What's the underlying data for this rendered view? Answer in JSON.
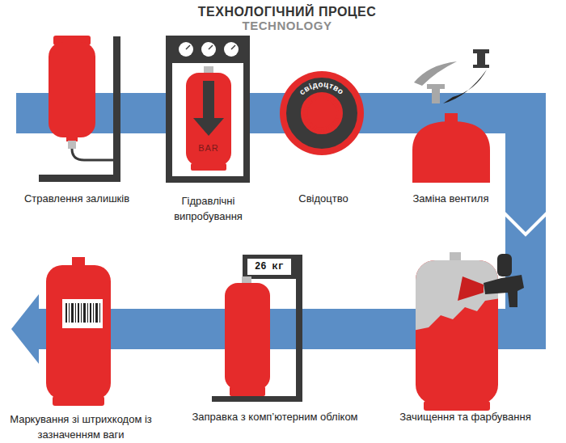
{
  "diagram": {
    "title": "ТЕХНОЛОГІЧНИЙ ПРОЦЕС",
    "nodes": [
      {
        "text": [
          "Стравлення залишків"
        ]
      },
      {
        "text": [
          "Гідравлічні випробування"
        ]
      },
      {
        "text": [
          "Свідоцтво"
        ]
      },
      {
        "text": [
          "Заміна вентиля"
        ]
      },
      {
        "text": [
          "Зачищення та фарбування"
        ]
      },
      {
        "text": [
          "Заправка з комп’ютерним обліком"
        ]
      },
      {
        "text": [
          "Маркування зі штрихкодом із зазначенням ваги"
        ]
      }
    ],
    "edges": [
      {
        "from": 0,
        "to": 1,
        "arrow": "none"
      },
      {
        "from": 1,
        "to": 2,
        "arrow": "none"
      },
      {
        "from": 2,
        "to": 3,
        "arrow": "none"
      },
      {
        "from": 3,
        "to": 4,
        "arrow": "to"
      },
      {
        "from": 4,
        "to": 5,
        "arrow": "none"
      },
      {
        "from": 5,
        "to": 6,
        "arrow": "none"
      }
    ],
    "labels": [
      "TECHNOLOGY",
      "BAR",
      "свідоцтво",
      "26 кг"
    ]
  }
}
